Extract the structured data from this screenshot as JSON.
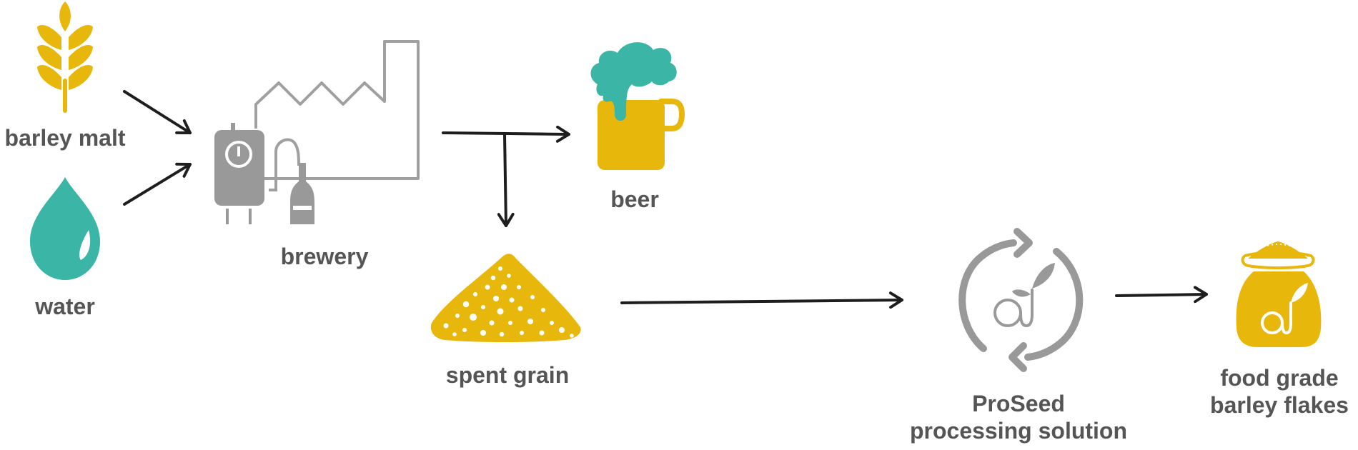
{
  "colors": {
    "yellow": "#E8B70C",
    "teal": "#3AB5A6",
    "gray": "#9C9C9C",
    "dark_gray": "#999999",
    "arrow": "#1E1E1E",
    "text": "#555555"
  },
  "nodes": {
    "barley_malt": {
      "label": "barley malt",
      "icon": "wheat-icon"
    },
    "water": {
      "label": "water",
      "icon": "water-drop-icon"
    },
    "brewery": {
      "label": "brewery",
      "icon": "factory-icon"
    },
    "beer": {
      "label": "beer",
      "icon": "beer-mug-icon"
    },
    "spent_grain": {
      "label": "spent grain",
      "icon": "grain-pile-icon"
    },
    "proseed": {
      "label_line1": "ProSeed",
      "label_line2": "processing solution",
      "icon": "recycle-seed-icon"
    },
    "flakes": {
      "label_line1": "food grade",
      "label_line2": "barley flakes",
      "icon": "sack-icon"
    }
  },
  "edges": [
    {
      "from": "barley_malt",
      "to": "brewery"
    },
    {
      "from": "water",
      "to": "brewery"
    },
    {
      "from": "brewery",
      "to": "beer"
    },
    {
      "from": "brewery",
      "to": "spent_grain"
    },
    {
      "from": "spent_grain",
      "to": "proseed"
    },
    {
      "from": "proseed",
      "to": "flakes"
    }
  ]
}
